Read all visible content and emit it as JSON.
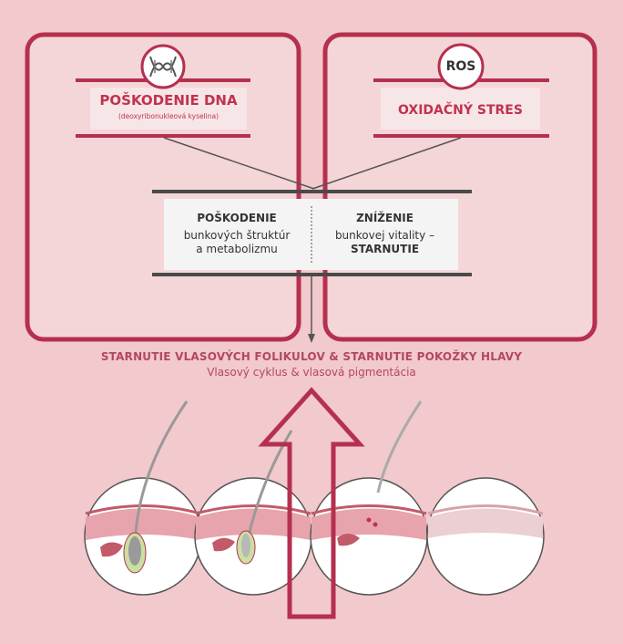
{
  "panels": {
    "dna": {
      "label": "POŠKODENIE DNA",
      "sublabel": "(deoxyribonukleová kyselina)"
    },
    "ros": {
      "icon_text": "ROS",
      "label": "OXIDAČNÝ STRES"
    }
  },
  "center_box": {
    "left_title": "POŠKODENIE",
    "left_line1": "bunkových štruktúr",
    "left_line2": "a metabolizmu",
    "right_title": "ZNÍŽENIE",
    "right_line1": "bunkovej vitality –",
    "right_line2": "STARNUTIE"
  },
  "result": {
    "title": "STARNUTIE VLASOVÝCH FOLIKULOV & STARNUTIE POKOŽKY HLAVY",
    "subtitle": "Vlasový cyklus & vlasová pigmentácia"
  },
  "colors": {
    "background": "#f2c9cc",
    "accent": "#b5304f",
    "dark_line": "#4a4a4a",
    "box_fill": "#f4f4f4"
  },
  "icons": [
    "dna-icon",
    "ros-icon",
    "hair-follicle-stage-icon"
  ]
}
